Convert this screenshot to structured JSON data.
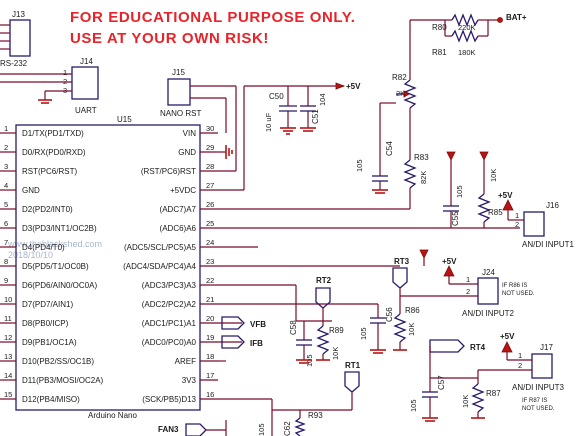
{
  "notice": {
    "line1": "FOR EDUCATIONAL PURPOSE ONLY.",
    "line2": "USE AT YOUR OWN RISK!"
  },
  "watermark": {
    "line1": "www.theblackshed.com",
    "line2": "2018/10/10"
  },
  "colors": {
    "notice": "#e8242a",
    "wire": "#7a0a2a",
    "component": "#2a1a6a",
    "power_flag": "#b81414"
  },
  "mcu": {
    "ref": "U15",
    "name": "Arduino Nano",
    "left_pins": [
      {
        "num": "1",
        "label": "D1/TX(PD1/TXD)"
      },
      {
        "num": "2",
        "label": "D0/RX(PD0/RXD)"
      },
      {
        "num": "3",
        "label": "RST(PC6/RST)"
      },
      {
        "num": "4",
        "label": "GND"
      },
      {
        "num": "5",
        "label": "D2(PD2/INT0)"
      },
      {
        "num": "6",
        "label": "D3(PD3/INT1/OC2B)"
      },
      {
        "num": "7",
        "label": "D4(PD4/T0)"
      },
      {
        "num": "8",
        "label": "D5(PD5/T1/OC0B)"
      },
      {
        "num": "9",
        "label": "D6(PD6/AIN0/OC0A)"
      },
      {
        "num": "10",
        "label": "D7(PD7/AIN1)"
      },
      {
        "num": "11",
        "label": "D8(PB0/ICP)"
      },
      {
        "num": "12",
        "label": "D9(PB1/OC1A)"
      },
      {
        "num": "13",
        "label": "D10(PB2/SS/OC1B)"
      },
      {
        "num": "14",
        "label": "D11(PB3/MOSI/OC2A)"
      },
      {
        "num": "15",
        "label": "D12(PB4/MISO)"
      }
    ],
    "right_pins": [
      {
        "num": "30",
        "label": "VIN"
      },
      {
        "num": "29",
        "label": "GND"
      },
      {
        "num": "28",
        "label": "(RST/PC6)RST"
      },
      {
        "num": "27",
        "label": "+5VDC"
      },
      {
        "num": "26",
        "label": "(ADC7)A7"
      },
      {
        "num": "25",
        "label": "(ADC6)A6"
      },
      {
        "num": "24",
        "label": "(ADC5/SCL/PC5)A5"
      },
      {
        "num": "23",
        "label": "(ADC4/SDA/PC4)A4"
      },
      {
        "num": "22",
        "label": "(ADC3/PC3)A3"
      },
      {
        "num": "21",
        "label": "(ADC2/PC2)A2"
      },
      {
        "num": "20",
        "label": "(ADC1/PC1)A1"
      },
      {
        "num": "19",
        "label": "(ADC0/PC0)A0"
      },
      {
        "num": "18",
        "label": "AREF"
      },
      {
        "num": "17",
        "label": "3V3"
      },
      {
        "num": "16",
        "label": "(SCK/PB5)D13"
      }
    ]
  },
  "connectors": {
    "j13": {
      "ref": "J13",
      "label": "RS-232"
    },
    "j14": {
      "ref": "J14",
      "label": "UART",
      "pins": [
        "1",
        "2",
        "3"
      ]
    },
    "j15": {
      "ref": "J15",
      "label": "NANO RST"
    },
    "j16": {
      "ref": "J16",
      "label": "AN/DI INPUT1",
      "pins": [
        "1",
        "2"
      ]
    },
    "j24": {
      "ref": "J24",
      "label": "AN/DI INPUT2",
      "pins": [
        "1",
        "2"
      ],
      "note1": "IF R86 IS",
      "note2": "NOT USED."
    },
    "j17": {
      "ref": "J17",
      "label": "AN/DI INPUT3",
      "pins": [
        "1",
        "2"
      ],
      "note1": "IF R87 IS",
      "note2": "NOT USED."
    }
  },
  "nets": {
    "bat": "BAT+",
    "v5": "+5V",
    "vfb": "VFB",
    "ifb": "IFB",
    "rt1": "RT1",
    "rt2": "RT2",
    "rt3": "RT3",
    "rt4": "RT4",
    "fan3": "FAN3"
  },
  "parts": {
    "r80": {
      "ref": "R80",
      "value": "220K"
    },
    "r81": {
      "ref": "R81",
      "value": "180K"
    },
    "r82": {
      "ref": "R82",
      "value": "2K"
    },
    "r83": {
      "ref": "R83",
      "value": "82K"
    },
    "r85": {
      "ref": "R85",
      "value": "10K"
    },
    "r86": {
      "ref": "R86",
      "value": "10K"
    },
    "r87": {
      "ref": "R87",
      "value": "10K"
    },
    "r89": {
      "ref": "R89",
      "value": "10K"
    },
    "r93": {
      "ref": "R93"
    },
    "c50": {
      "ref": "C50",
      "value": "10 uF"
    },
    "c51": {
      "ref": "C51",
      "value": "104"
    },
    "c54": {
      "ref": "C54",
      "value": "105"
    },
    "c55": {
      "ref": "C55",
      "value": "105"
    },
    "c56": {
      "ref": "C56",
      "value": "105"
    },
    "c57": {
      "ref": "C57",
      "value": "105"
    },
    "c58": {
      "ref": "C58",
      "value": "105"
    },
    "c62": {
      "ref": "C62",
      "value": "105"
    }
  }
}
